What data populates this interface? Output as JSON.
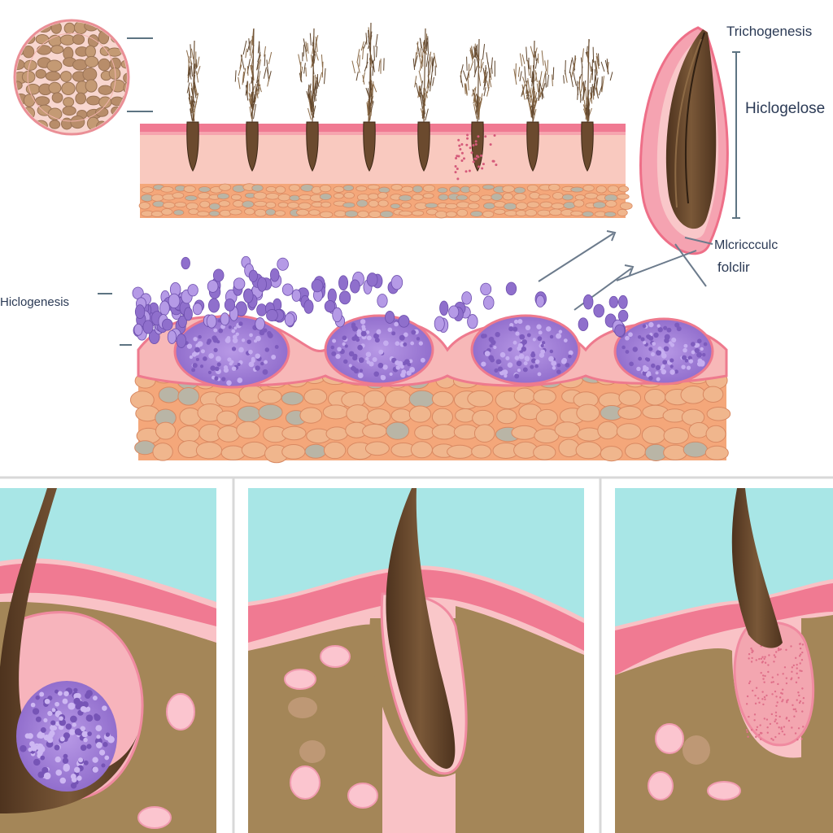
{
  "labels": {
    "trichogenesis": "Trichogenesis",
    "hiclogelose": "Hiclogelose",
    "microcystic": "Mlcriccculc",
    "follicle": "folclir",
    "hiclogenesis": "Hiclogenesis"
  },
  "colors": {
    "skin_pink": "#f9c6bd",
    "epidermis_pink": "#f07a92",
    "fat_orange": "#f4a77a",
    "fat_cell": "#f0b68d",
    "cell_gray": "#b9b5a6",
    "hair_brown": "#6b4a2e",
    "bulb_purple": "#9b7ad1",
    "dermis_brown": "#a48658",
    "sky_cyan": "#a8e6e6",
    "pink_cell": "#fbc5cf",
    "line_gray": "#6c7b8c"
  },
  "panels": {
    "top_strip_stages": 8,
    "bottom_panels": 3
  }
}
